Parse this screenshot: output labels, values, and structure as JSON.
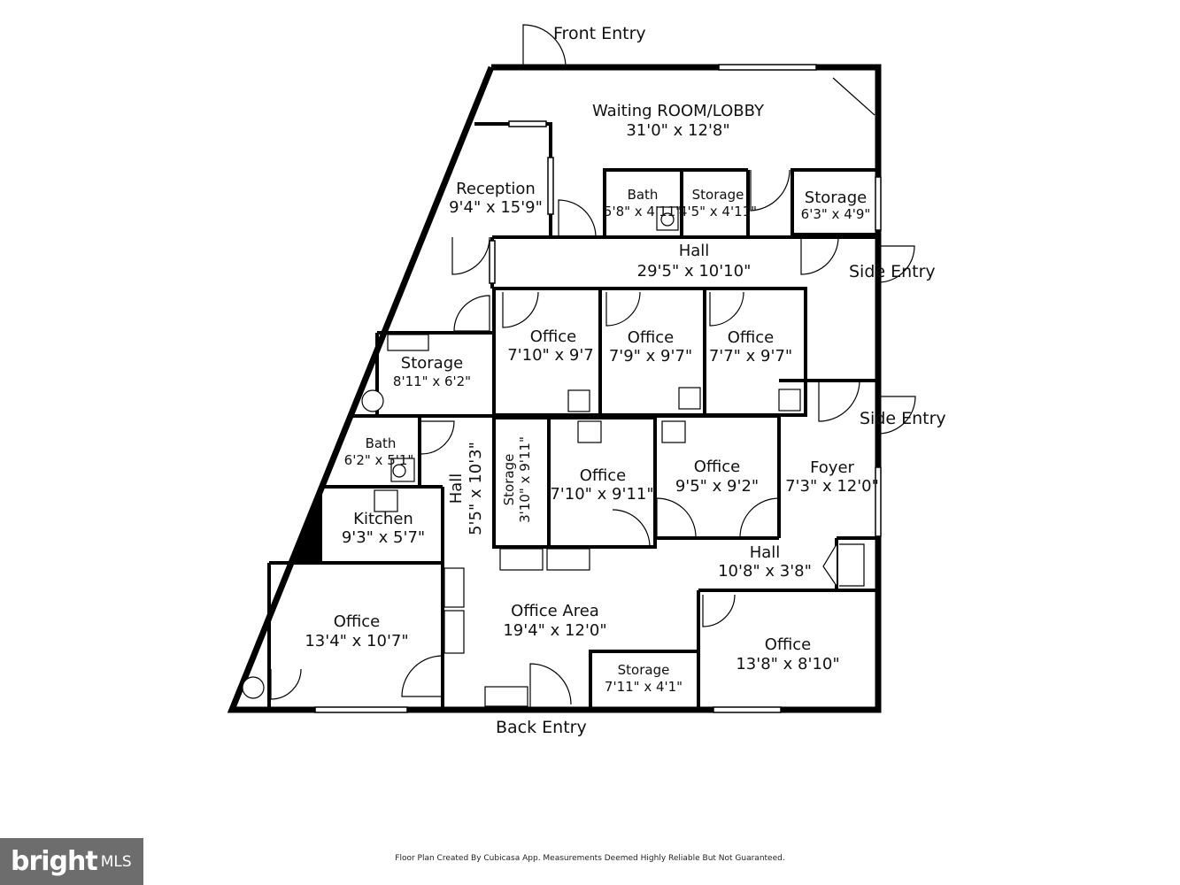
{
  "rooms": {
    "lobby": {
      "name": "Waiting ROOM/LOBBY",
      "dims": "31'0\" x 12'8\""
    },
    "reception": {
      "name": "Reception",
      "dims": "9'4\" x 15'9\""
    },
    "bath_top": {
      "name": "Bath",
      "dims": "5'8\" x 4'11\""
    },
    "storage_top_mid": {
      "name": "Storage",
      "dims": "4'5\" x 4'11\""
    },
    "storage_top_right": {
      "name": "Storage",
      "dims": "6'3\" x 4'9\""
    },
    "hall_main": {
      "name": "Hall",
      "dims": "29'5\" x 10'10\""
    },
    "office_1": {
      "name": "Office",
      "dims": "7'10\" x 9'7"
    },
    "office_2": {
      "name": "Office",
      "dims": "7'9\" x 9'7\""
    },
    "office_3": {
      "name": "Office",
      "dims": "7'7\" x 9'7\""
    },
    "storage_left": {
      "name": "Storage",
      "dims": "8'11\" x 6'2\""
    },
    "bath_left": {
      "name": "Bath",
      "dims": "6'2\" x 5'1\""
    },
    "hall_vertical": {
      "name": "Hall",
      "dims": "5'5\" x 10'3\""
    },
    "storage_narrow": {
      "name": "Storage",
      "dims": "3'10\" x 9'11\""
    },
    "office_4": {
      "name": "Office",
      "dims": "7'10\" x 9'11\""
    },
    "office_5": {
      "name": "Office",
      "dims": "9'5\" x 9'2\""
    },
    "foyer": {
      "name": "Foyer",
      "dims": "7'3\" x 12'0\""
    },
    "kitchen": {
      "name": "Kitchen",
      "dims": "9'3\" x 5'7\""
    },
    "hall_small": {
      "name": "Hall",
      "dims": "10'8\" x 3'8\""
    },
    "office_big_left": {
      "name": "Office",
      "dims": "13'4\" x 10'7\""
    },
    "office_area": {
      "name": "Office Area",
      "dims": "19'4\" x 12'0\""
    },
    "storage_bottom": {
      "name": "Storage",
      "dims": "7'11\" x 4'1\""
    },
    "office_big_right": {
      "name": "Office",
      "dims": "13'8\" x 8'10\""
    }
  },
  "entries": {
    "front": "Front Entry",
    "side_1": "Side Entry",
    "side_2": "Side Entry",
    "back": "Back Entry"
  },
  "footer_note": "Floor Plan Created By Cubicasa App. Measurements Deemed Highly Reliable But Not Guaranteed.",
  "logo": {
    "brand": "bright",
    "suffix": "MLS"
  },
  "colors": {
    "wall": "#000000",
    "background": "#ffffff",
    "logo_bg": "#6d6d6d"
  }
}
